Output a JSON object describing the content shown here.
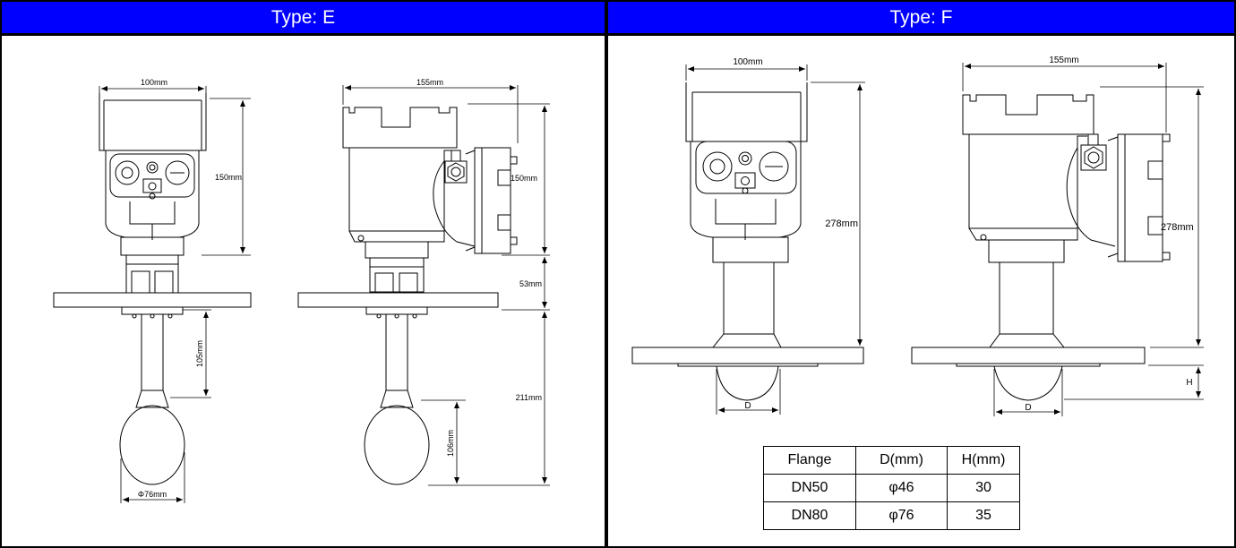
{
  "panels": {
    "type_e": {
      "title": "Type: E",
      "dims": {
        "top_width_front": "100mm",
        "top_width_side": "155mm",
        "housing_height_front": "150mm",
        "housing_height_side": "150mm",
        "neck_height": "53mm",
        "rod_length": "105mm",
        "total_below_flange": "211mm",
        "horn_length": "106mm",
        "horn_diameter": "Φ76mm"
      }
    },
    "type_f": {
      "title": "Type: F",
      "dims": {
        "top_width_front": "100mm",
        "top_width_side": "155mm",
        "height_front": "278mm",
        "height_side": "278mm",
        "dome_height_label": "H",
        "dome_diameter_front": "D",
        "dome_diameter_side": "D"
      },
      "table": {
        "headers": [
          "Flange",
          "D(mm)",
          "H(mm)"
        ],
        "rows": [
          [
            "DN50",
            "φ46",
            "30"
          ],
          [
            "DN80",
            "φ76",
            "35"
          ]
        ]
      }
    }
  }
}
